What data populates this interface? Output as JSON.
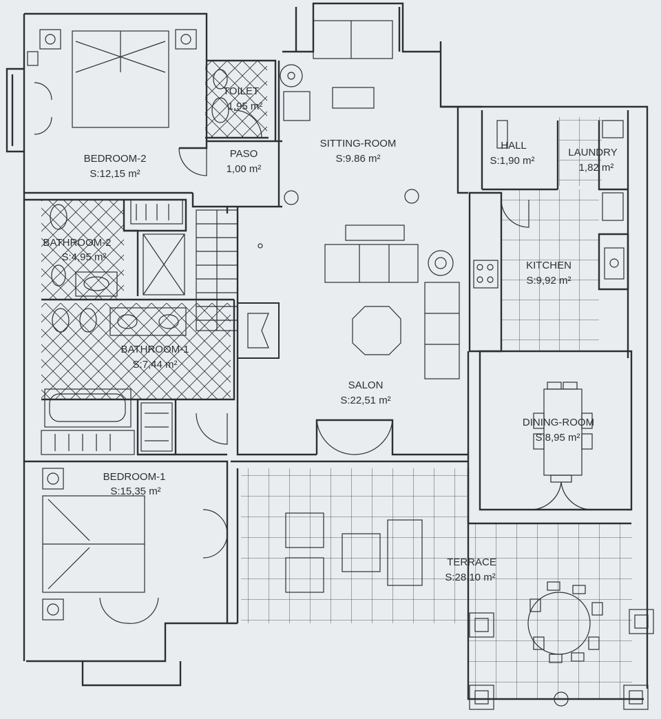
{
  "rooms": {
    "bedroom2": {
      "name": "BEDROOM-2",
      "area": "S:12,15 m²"
    },
    "toilet": {
      "name": "TOILET",
      "area": "1,95 m²"
    },
    "paso": {
      "name": "PASO",
      "area": "1,00 m²"
    },
    "sitting_room": {
      "name": "SITTING-ROOM",
      "area": "S:9.86 m²"
    },
    "hall": {
      "name": "HALL",
      "area": "S:1,90 m²"
    },
    "laundry": {
      "name": "LAUNDRY",
      "area": "1,82 m²"
    },
    "bathroom2": {
      "name": "BATHROOM-2",
      "area": "S:4,95 m²"
    },
    "kitchen": {
      "name": "KITCHEN",
      "area": "S:9,92 m²"
    },
    "bathroom1": {
      "name": "BATHROOM-1",
      "area": "S:7,44 m²"
    },
    "salon": {
      "name": "SALON",
      "area": "S:22,51 m²"
    },
    "dining_room": {
      "name": "DINING-ROOM",
      "area": "S:8,95 m²"
    },
    "bedroom1": {
      "name": "BEDROOM-1",
      "area": "S:15,35 m²"
    },
    "terrace": {
      "name": "TERRACE",
      "area": "S:28,10 m²"
    }
  },
  "colors": {
    "background": "#e9edf0",
    "line": "#2b2f33"
  }
}
